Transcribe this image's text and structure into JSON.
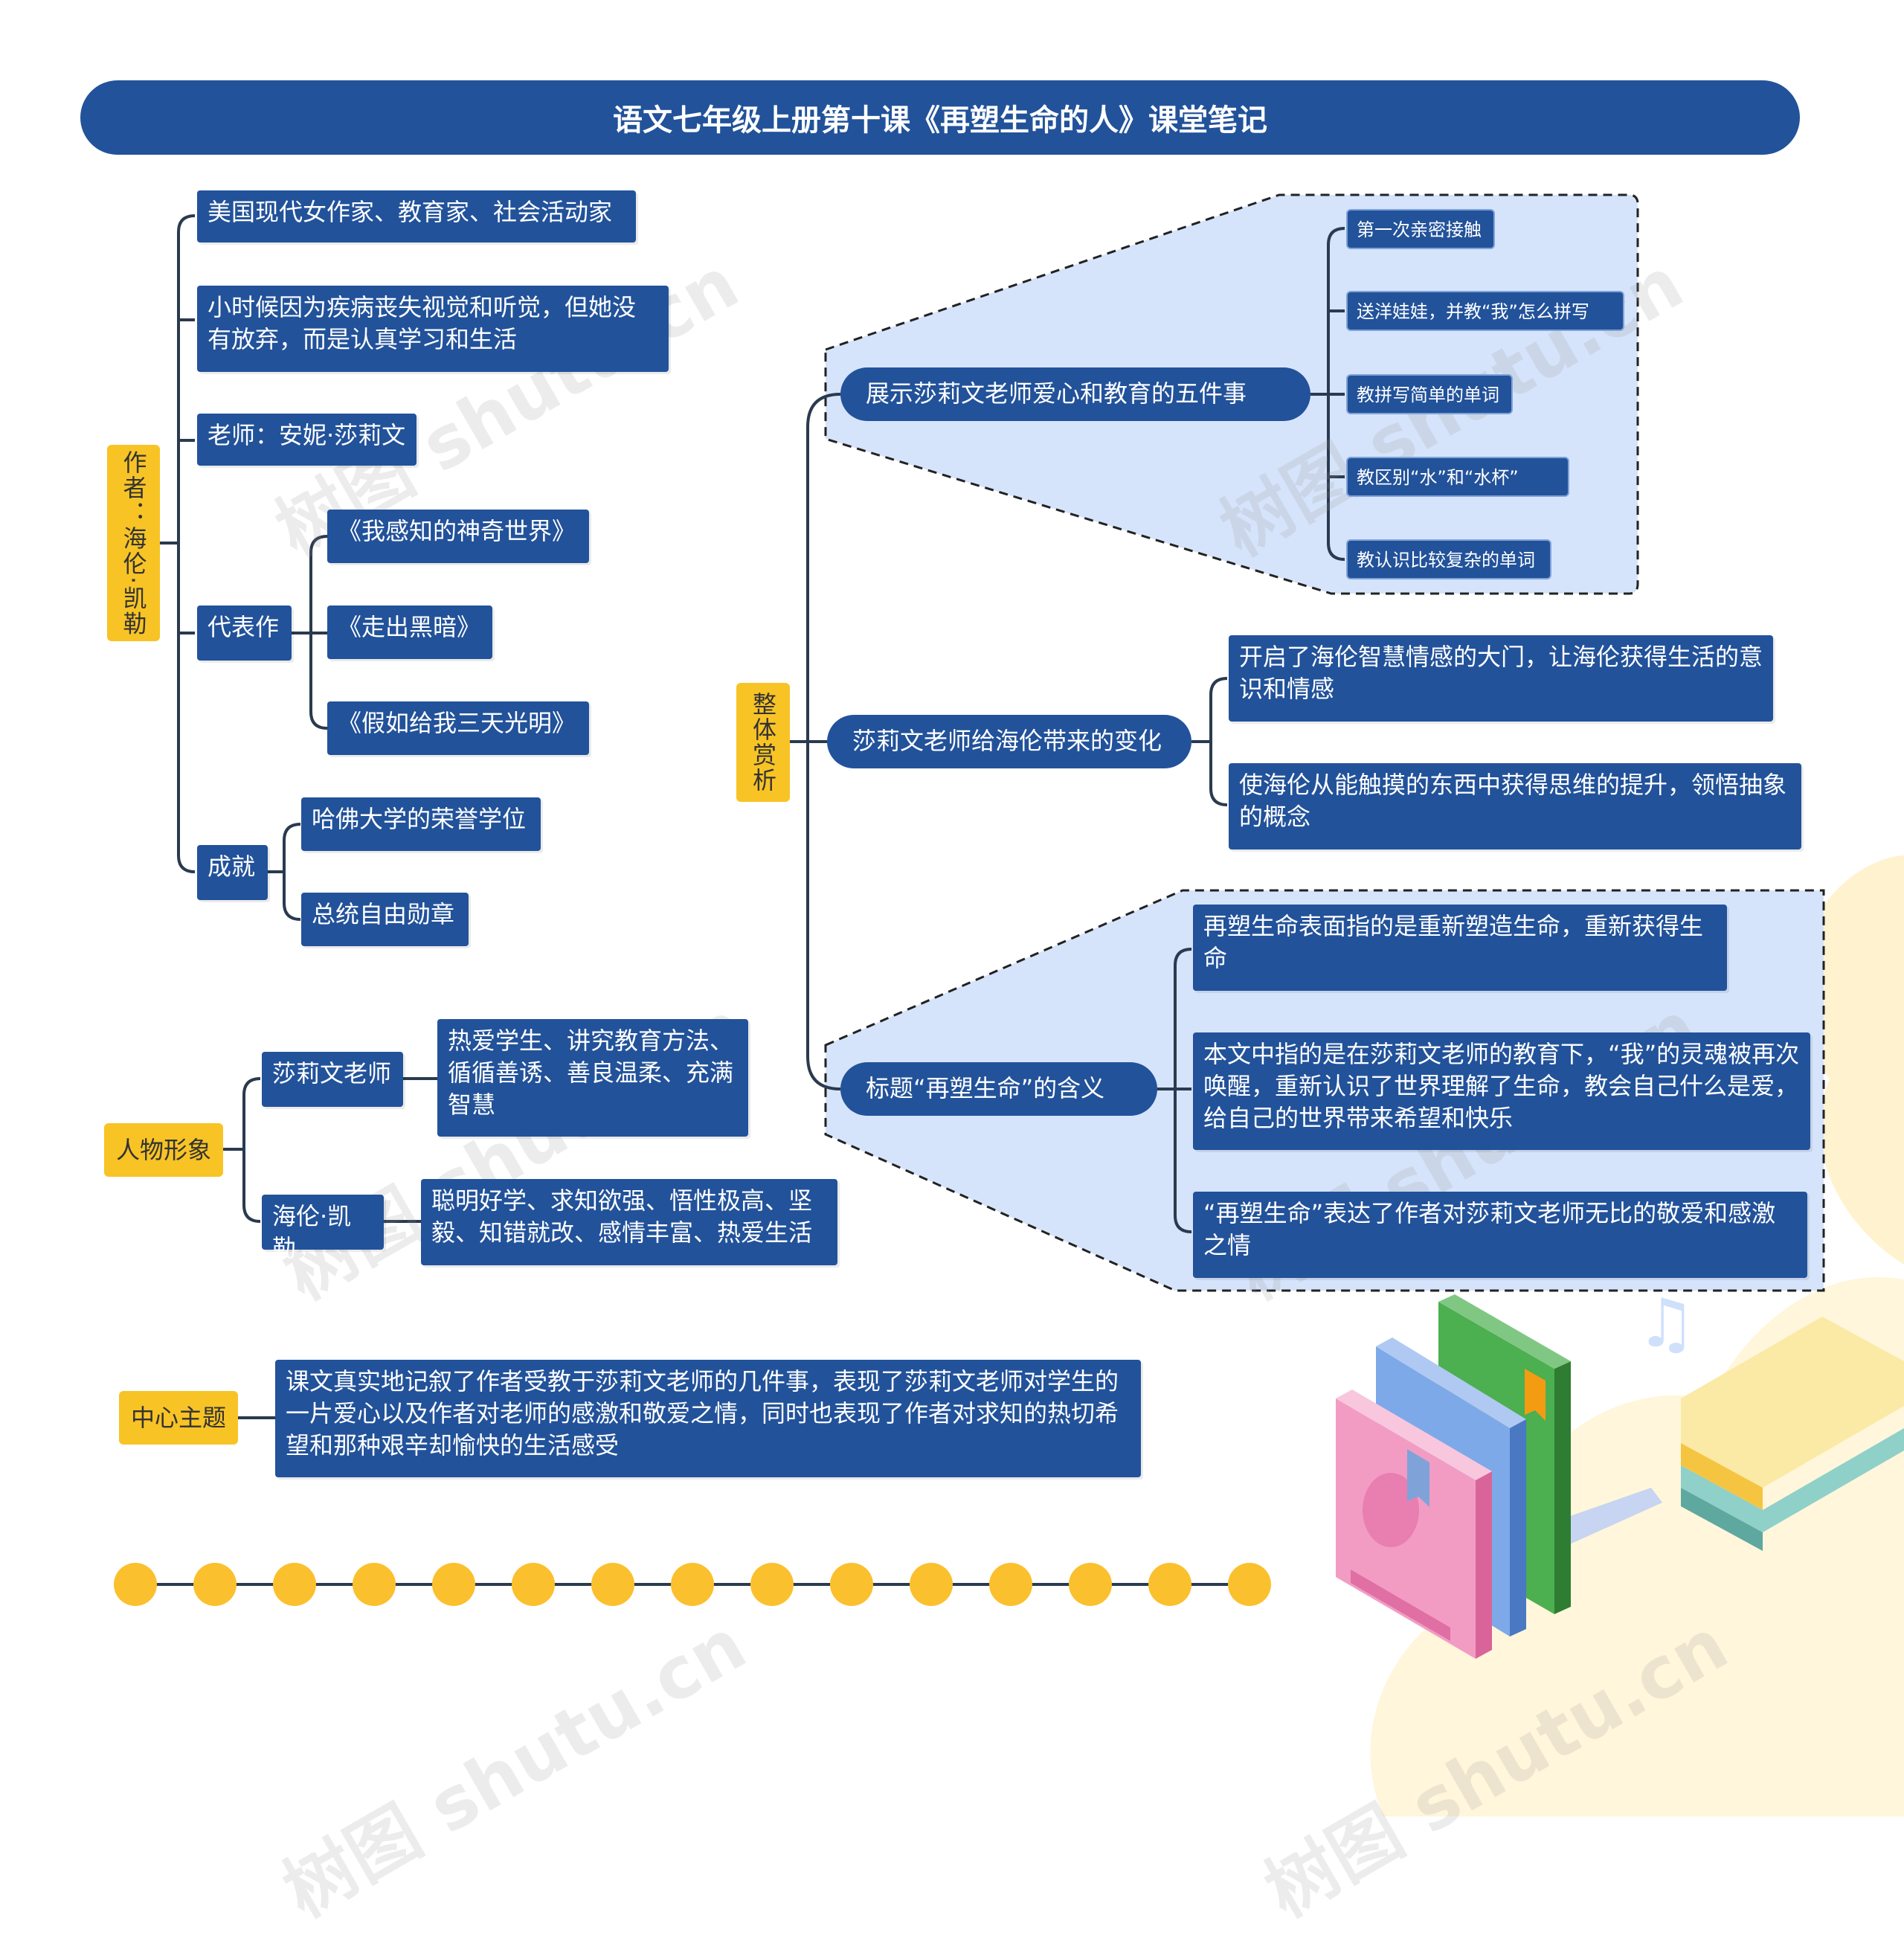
{
  "title": "语文七年级上册第十课《再塑生命的人》课堂笔记",
  "author": {
    "label": "作者：海伦·凯勒",
    "items": [
      "美国现代女作家、教育家、社会活动家",
      "小时候因为疾病丧失视觉和听觉，但她没有放弃，而是认真学习和生活",
      "老师：安妮·莎莉文"
    ],
    "works": {
      "label": "代表作",
      "items": [
        "《我感知的神奇世界》",
        "《走出黑暗》",
        "《假如给我三天光明》"
      ]
    },
    "achievements": {
      "label": "成就",
      "items": [
        "哈佛大学的荣誉学位",
        "总统自由勋章"
      ]
    }
  },
  "characters": {
    "label": "人物形象",
    "sullivan": {
      "label": "莎莉文老师",
      "desc": "热爱学生、讲究教育方法、循循善诱、善良温柔、充满智慧"
    },
    "keller": {
      "label": "海伦·凯勒",
      "desc": "聪明好学、求知欲强、悟性极高、坚毅、知错就改、感情丰富、热爱生活"
    }
  },
  "theme": {
    "label": "中心主题",
    "desc": "课文真实地记叙了作者受教于莎莉文老师的几件事，表现了莎莉文老师对学生的一片爱心以及作者对老师的感激和敬爱之情，同时也表现了作者对求知的热切希望和那种艰辛却愉快的生活感受"
  },
  "analysis": {
    "label": "整体赏析",
    "five_events": {
      "label": "展示莎莉文老师爱心和教育的五件事",
      "items": [
        "第一次亲密接触",
        "送洋娃娃，并教“我”怎么拼写",
        "教拼写简单的单词",
        "教区别“水”和“水杯”",
        "教认识比较复杂的单词"
      ]
    },
    "changes": {
      "label": "莎莉文老师给海伦带来的变化",
      "items": [
        "开启了海伦智慧情感的大门，让海伦获得生活的意识和情感",
        "使海伦从能触摸的东西中获得思维的提升，领悟抽象的概念"
      ]
    },
    "meaning": {
      "label": "标题“再塑生命”的含义",
      "items": [
        "再塑生命表面指的是重新塑造生命，重新获得生命",
        "本文中指的是在莎莉文老师的教育下，“我”的灵魂被再次唤醒，重新认识了世界理解了生命，教会自己什么是爱，给自己的世界带来希望和快乐",
        "“再塑生命”表达了作者对莎莉文老师无比的敬爱和感激之情"
      ]
    }
  },
  "watermark": "树图 shutu.cn",
  "colors": {
    "node": "#22529a",
    "accent": "#f8c325",
    "highlight": "#d6e4fb"
  }
}
